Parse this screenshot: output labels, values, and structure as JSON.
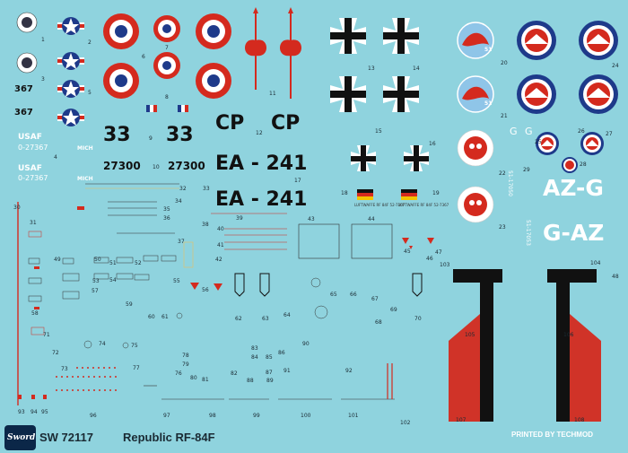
{
  "sheet": {
    "markings": {
      "serials_367": [
        "367",
        "367"
      ],
      "usaf": [
        "USAF",
        "USAF"
      ],
      "serial_usaf": [
        "0-27367",
        "0-27367"
      ],
      "mich": [
        "MICH",
        "MICH"
      ],
      "code_33": [
        "33",
        "33"
      ],
      "code_27300": [
        "27300",
        "27300"
      ],
      "code_cp": [
        "CP",
        "CP"
      ],
      "code_ea": [
        "EA - 241",
        "EA - 241"
      ],
      "code_azg": "AZ-G",
      "code_gaz": "G-AZ",
      "code_g": [
        "G",
        "G"
      ],
      "luftwaffe": [
        "LUFTWAFFE RF 84F 52-7367",
        "LUFTWAFFE RF 84F 52-7367"
      ],
      "vertical_serial_1": "51-17050",
      "vertical_serial_2": "51-17053",
      "blue_51": [
        "51",
        "51"
      ]
    },
    "item_numbers": [
      "1",
      "2",
      "3",
      "4",
      "5",
      "6",
      "7",
      "8",
      "9",
      "10",
      "11",
      "12",
      "13",
      "14",
      "15",
      "16",
      "17",
      "18",
      "19",
      "20",
      "21",
      "22",
      "23",
      "24",
      "25",
      "26",
      "27",
      "28",
      "29",
      "30",
      "31",
      "32",
      "33",
      "34",
      "35",
      "36",
      "37",
      "38",
      "39",
      "40",
      "41",
      "42",
      "43",
      "44",
      "45",
      "46",
      "47",
      "48",
      "49",
      "50",
      "51",
      "52",
      "53",
      "54",
      "55",
      "56",
      "57",
      "58",
      "59",
      "60",
      "61",
      "62",
      "63",
      "64",
      "65",
      "66",
      "67",
      "68",
      "69",
      "70",
      "71",
      "72",
      "73",
      "74",
      "75",
      "76",
      "77",
      "78",
      "79",
      "80",
      "81",
      "82",
      "83",
      "84",
      "85",
      "86",
      "87",
      "88",
      "89",
      "90",
      "91",
      "92",
      "93",
      "94",
      "95",
      "96",
      "97",
      "98",
      "99",
      "100",
      "101",
      "102",
      "103",
      "104",
      "105",
      "106",
      "107",
      "108"
    ],
    "footer": {
      "logo_text": "Sword",
      "code": "SW 72117",
      "title": "Republic RF-84F",
      "printer": "PRINTED BY TECHMOD"
    },
    "colors": {
      "background": "#8fd3de",
      "roundel_red": "#d42a1e",
      "roundel_blue": "#1e3a8a",
      "black": "#111111",
      "iron_cross_white": "#ffffff"
    }
  }
}
